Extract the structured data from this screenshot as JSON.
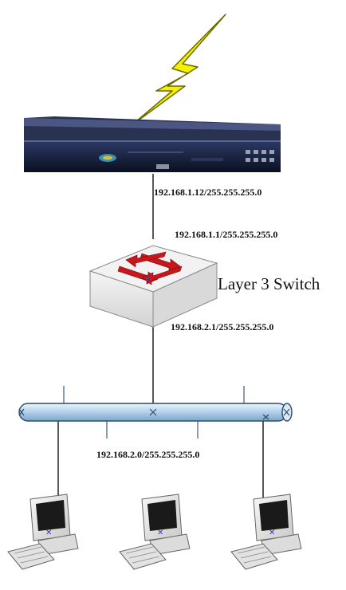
{
  "labels": {
    "server_ip": "192.168.1.12/255.255.255.0",
    "switch_upper_ip": "192.168.1.1/255.255.255.0",
    "switch_name": "Layer 3 Switch",
    "switch_lower_ip": "192.168.2.1/255.255.255.0",
    "lan_subnet": "192.168.2.0/255.255.255.0"
  },
  "icons": {
    "wan": "lightning-bolt-icon",
    "server": "rack-server-icon",
    "switch": "layer3-switch-icon",
    "bus": "ethernet-bus-icon",
    "clients": [
      "computer-icon",
      "computer-icon",
      "computer-icon"
    ]
  },
  "colors": {
    "lightning": "#f4f000",
    "server_body": "#121a33",
    "switch_face": "#e9e9e9",
    "switch_arrows": "#c8161d",
    "bus": "#b7d3ec",
    "computer": "#e6e6e6"
  }
}
